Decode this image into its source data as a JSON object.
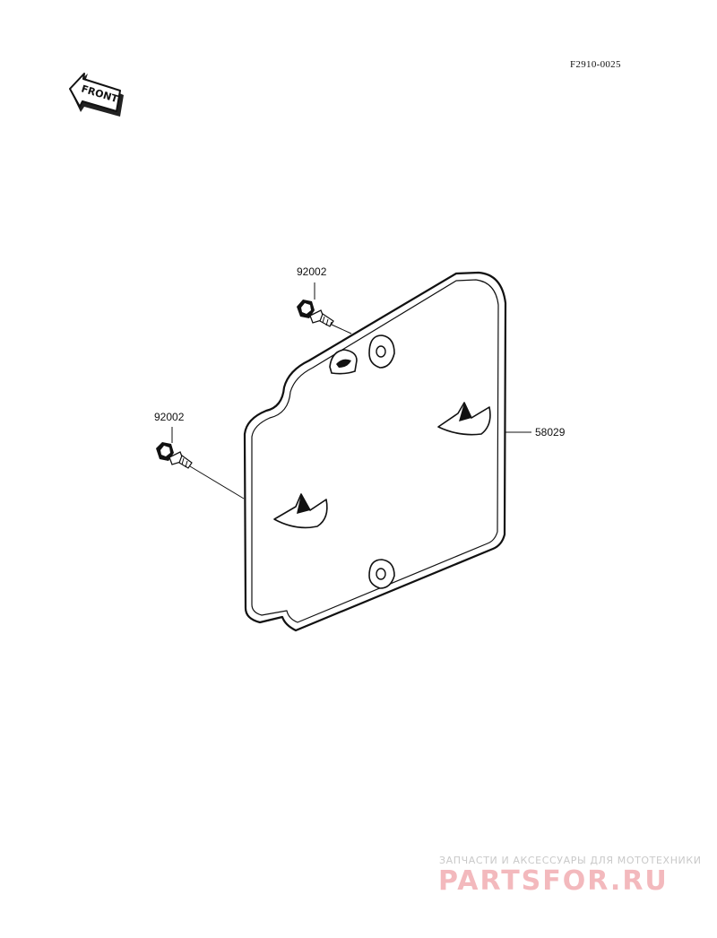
{
  "diagram": {
    "code": "F2910-0025",
    "front_label": "FRONT",
    "parts": {
      "bolt_upper": "92002",
      "bolt_lower": "92002",
      "plate": "58029"
    }
  },
  "watermark": {
    "tagline": "ЗАПЧАСТИ И АКСЕССУАРЫ ДЛЯ МОТОТЕХНИКИ",
    "brand": "PARTSFOR.RU",
    "color": "#f3b9bd"
  }
}
